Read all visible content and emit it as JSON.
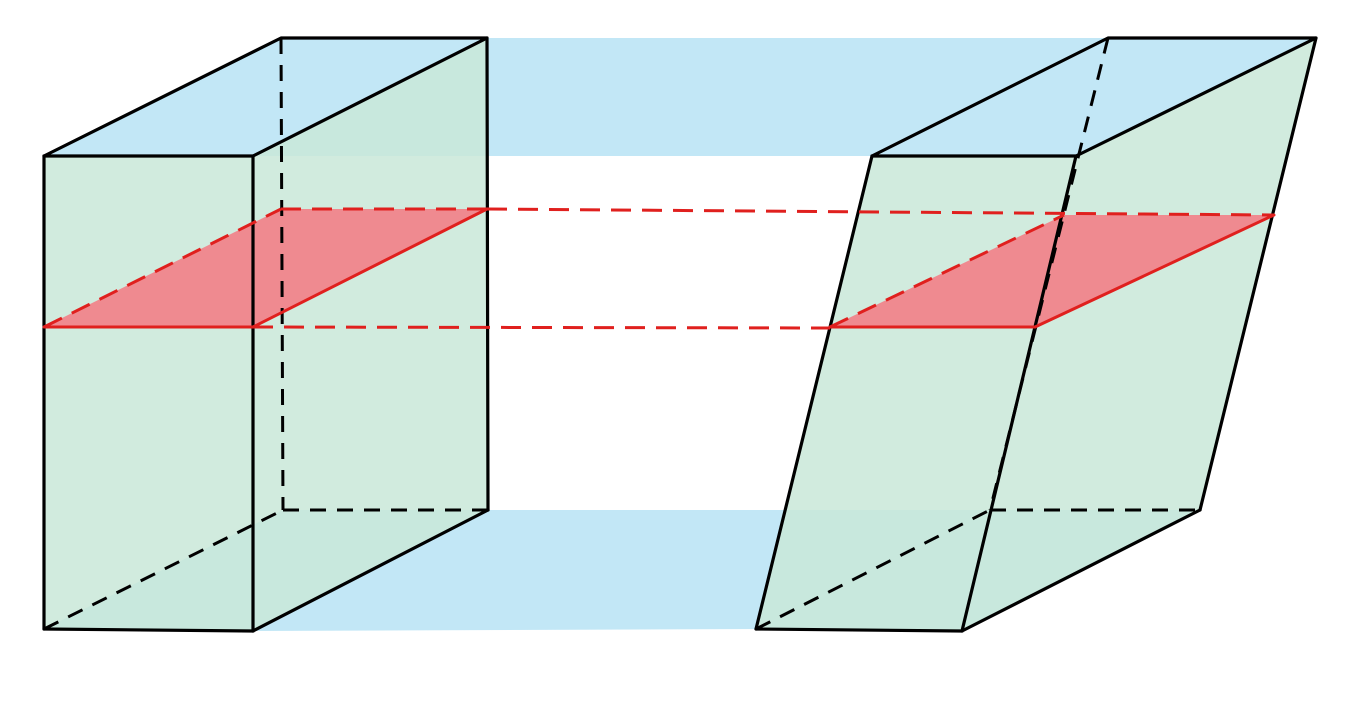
{
  "diagram": {
    "description_kind": "cavalieri-principle-prisms",
    "colors": {
      "background": "#ffffff",
      "plane_blue": "#bfe6f5",
      "prism_face_green": "#c9e8d8",
      "cross_section_red": "#f0858b",
      "edge_black": "#000000",
      "section_line_red": "#e0201e"
    },
    "shapes": [
      {
        "id": "right-rectangular-prism",
        "kind": "right prism"
      },
      {
        "id": "oblique-prism",
        "kind": "oblique prism"
      }
    ],
    "planes": [
      {
        "id": "top-plane",
        "kind": "parallel plane"
      },
      {
        "id": "bottom-plane",
        "kind": "parallel plane"
      },
      {
        "id": "section-plane",
        "kind": "cutting plane"
      }
    ]
  }
}
